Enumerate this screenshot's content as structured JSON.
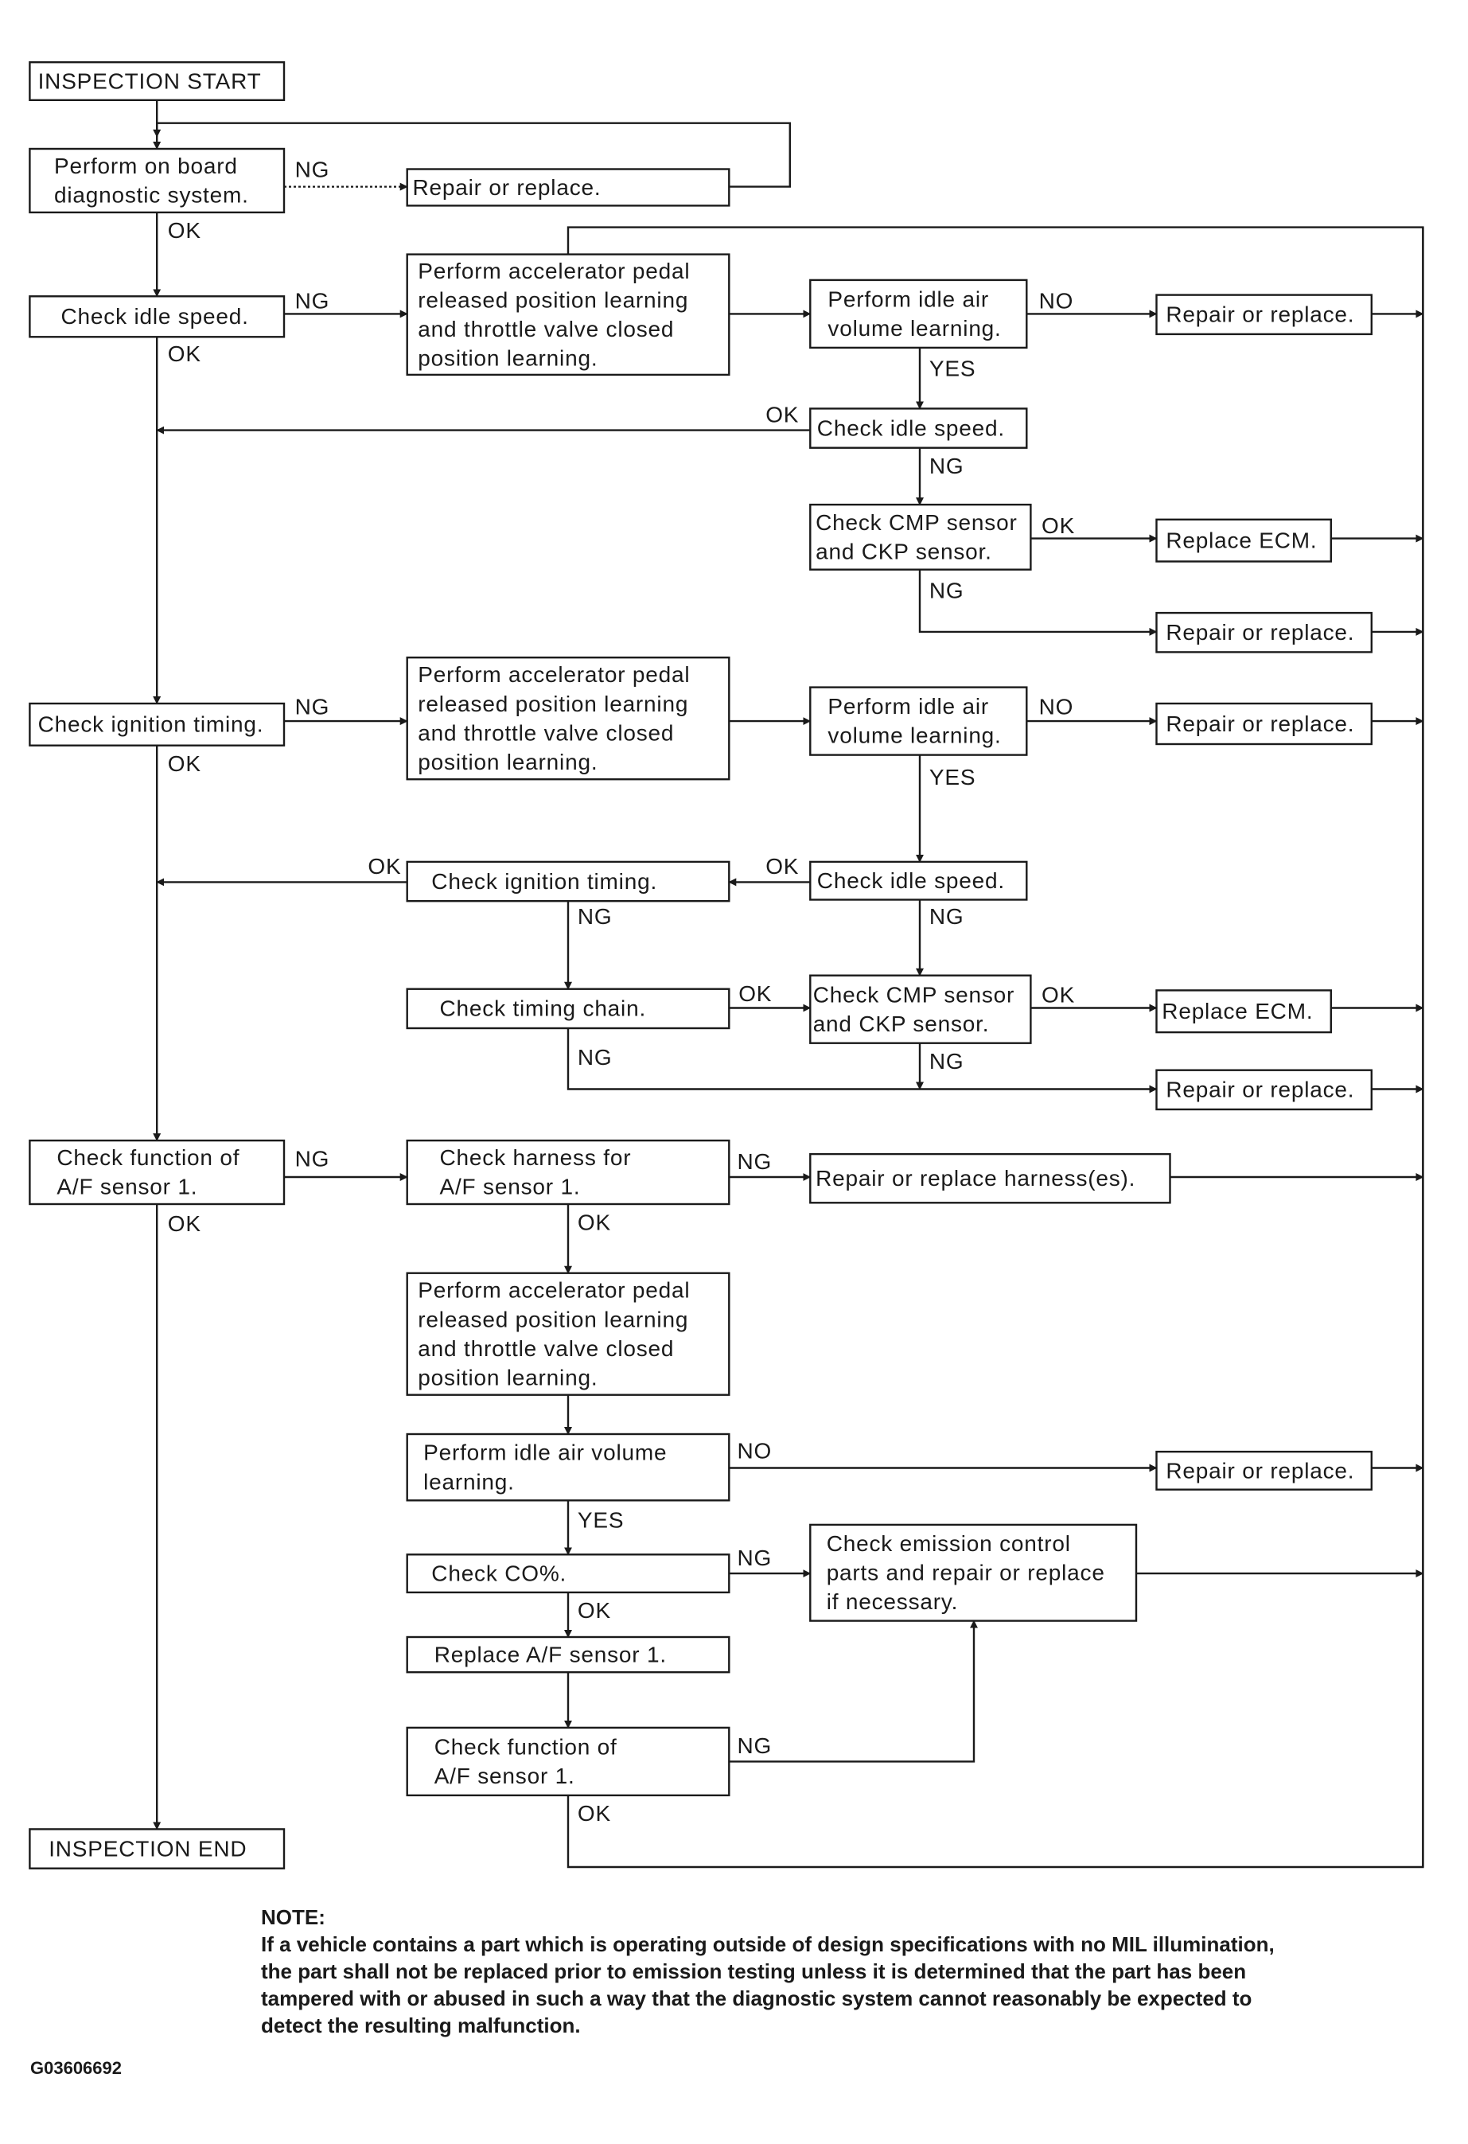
{
  "nodes": {
    "start": [
      "INSPECTION START"
    ],
    "obd": [
      "Perform on board",
      "diagnostic system."
    ],
    "repair_obd": [
      "Repair or replace."
    ],
    "idle1": [
      "Check idle speed."
    ],
    "learn1": [
      "Perform accelerator pedal",
      "released position learning",
      "and throttle valve closed",
      "position learning."
    ],
    "air1": [
      "Perform idle air",
      "volume learning."
    ],
    "rep1": [
      "Repair or replace."
    ],
    "idle2": [
      "Check idle speed."
    ],
    "cmp1": [
      "Check CMP sensor",
      "and CKP sensor."
    ],
    "ecm1": [
      "Replace ECM."
    ],
    "rep2": [
      "Repair or replace."
    ],
    "ign1": [
      "Check ignition timing."
    ],
    "learn2": [
      "Perform accelerator pedal",
      "released position learning",
      "and throttle valve closed",
      "position learning."
    ],
    "air2": [
      "Perform idle air",
      "volume learning."
    ],
    "rep3": [
      "Repair or replace."
    ],
    "ign2": [
      "Check ignition timing."
    ],
    "idle3": [
      "Check idle speed."
    ],
    "chain": [
      "Check timing chain."
    ],
    "cmp2": [
      "Check CMP sensor",
      "and CKP sensor."
    ],
    "ecm2": [
      "Replace ECM."
    ],
    "rep4": [
      "Repair or replace."
    ],
    "af1": [
      "Check function of",
      "A/F sensor 1."
    ],
    "harness": [
      "Check harness for",
      "A/F sensor 1."
    ],
    "rep_harness": [
      "Repair or replace harness(es)."
    ],
    "learn3": [
      "Perform accelerator pedal",
      "released position learning",
      "and throttle valve closed",
      "position learning."
    ],
    "air3": [
      "Perform idle air volume",
      "learning."
    ],
    "rep5": [
      "Repair or replace."
    ],
    "co": [
      "Check CO%."
    ],
    "emission": [
      "Check emission control",
      "parts and repair or replace",
      "if necessary."
    ],
    "replace_af": [
      "Replace A/F sensor 1."
    ],
    "af2": [
      "Check function of",
      "A/F sensor 1."
    ],
    "end": [
      "INSPECTION END"
    ]
  },
  "labels": {
    "ok": "OK",
    "ng": "NG",
    "yes": "YES",
    "no": "NO"
  },
  "note": {
    "title": "NOTE:",
    "body": "If a vehicle contains a part which is operating outside of design specifications with no MIL illumination,\nthe part shall not be replaced prior to emission testing unless it is determined that the part has been\ntampered with or abused in such a way that the diagnostic system cannot reasonably be expected to\ndetect the resulting malfunction."
  },
  "figure_id": "G03606692"
}
